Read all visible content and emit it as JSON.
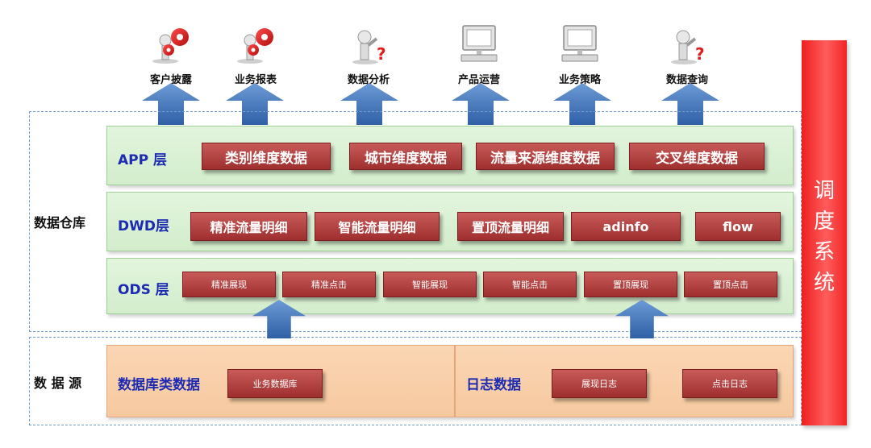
{
  "consumers": [
    {
      "label": "客户披露",
      "icon": "gears-icon"
    },
    {
      "label": "业务报表",
      "icon": "gears-icon"
    },
    {
      "label": "数据分析",
      "icon": "question-figure-icon"
    },
    {
      "label": "产品运营",
      "icon": "computer-icon"
    },
    {
      "label": "业务策略",
      "icon": "computer-icon"
    },
    {
      "label": "数据查询",
      "icon": "question-figure-icon"
    }
  ],
  "warehouse_label": "数据仓库",
  "source_label": "数 据 源",
  "layers": {
    "app": {
      "label": "APP 层",
      "items": [
        "类别维度数据",
        "城市维度数据",
        "流量来源维度数据",
        "交叉维度数据"
      ]
    },
    "dwd": {
      "label": "DWD层",
      "items": [
        "精准流量明细",
        "智能流量明细",
        "置顶流量明细",
        "adinfo",
        "flow"
      ]
    },
    "ods": {
      "label": "ODS 层",
      "items": [
        "精准展现",
        "精准点击",
        "智能展现",
        "智能点击",
        "置顶展现",
        "置顶点击"
      ]
    }
  },
  "sources": {
    "db": {
      "label": "数据库类数据",
      "items": [
        "业务数据库"
      ]
    },
    "log": {
      "label": "日志数据",
      "items": [
        "展现日志",
        "点击日志"
      ]
    }
  },
  "scheduler_label": "调度系统",
  "colors": {
    "arrow": "#3b6fb5",
    "box": "#b14543",
    "layer_green": "#d9f0d3",
    "layer_orange": "#f8cba4",
    "scheduler": "#f53b3b"
  }
}
